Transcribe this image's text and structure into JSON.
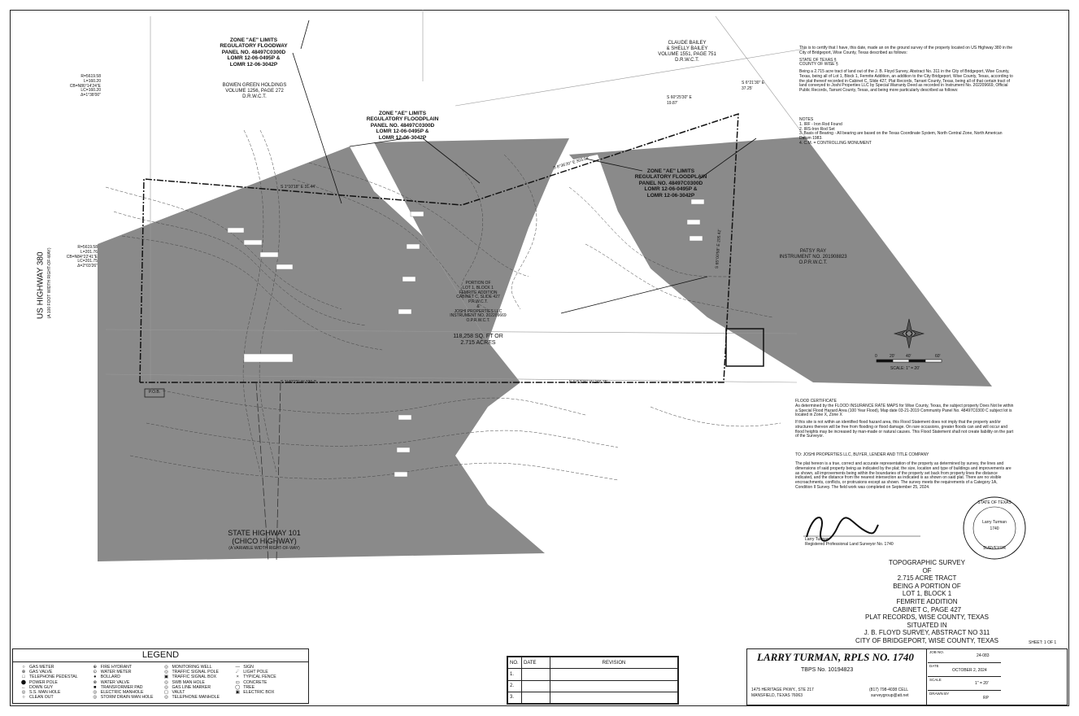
{
  "legal": {
    "cert": "This is to certify that I have, this date, made an on the ground survey of the property located on US Highway 380 in the City of Bridgeport, Wise County, Texas described as follows:",
    "state": "STATE OF TEXAS §",
    "county": "COUNTY OF WISE §",
    "description": "Being a 2.715 acre tract of land out of the J. B. Floyd Survey, Abstract No. 311 in the City of Bridgeport, Wise County, Texas, being all of Lot 1, Block 1, Femrite Addition, an addition to the City Bridgeport, Wise County, Texas, according to the plat thereof recorded in Cabinet C, Slide 427, Plat Records, Tarrant County, Texas, being all of that certain tract of land conveyed to Joshi Properties LLC by Special Warranty Deed as recorded in Instrument No. 202209669, Official Public Records, Tarrant County, Texas, and being more particularly described as follows:"
  },
  "notes": {
    "title": "NOTES",
    "items": [
      "1. IRF - Iron Rod Found",
      "2. IRS-Iron Rod Set",
      "3. Basis of Bearing - All bearing are based on the Texas Coordinate System, North Central Zone, North American Datum 1983.",
      "4. C.M. = CONTROLLING MONUMENT"
    ]
  },
  "flood": {
    "title": "FLOOD CERTIFICATE",
    "p1": "As determined by the FLOOD INSURANCE RATE MAPS for Wise County, Texas, the subject property Does Not lie within a Special Flood Hazard Area (100 Year Flood), Map date 03-21-2019 Community Panel No. 48497C0300 C subject lot is located in Zone X, Zone X",
    "p2": "If this site is not within an identified flood hazard area, this Flood Statement does not imply that the property and/or structures thereon will be free from flooding or flood damage. On rare occasions, greater floods can and will occur and flood heights may be increased by man-made or natural causes. This Flood Statement shall not create liability on the part of the Surveyor."
  },
  "to_line": "TO:   JOSHI PROPERTIES LLC, BUYER, LENDER AND TITLE COMPANY",
  "statement": "The plat hereon is a true, correct and accurate representation of the property as determined by survey, the lines and dimensions of said property being as indicated by the plat; the size, location and type of buildings and improvements are as shown, all improvements being within the boundaries of the property set back from property lines the distance indicated, and the distance from the nearest intersection as indicated is as shown on said plat. There are no visible encroachments, conflicts, or protrusions except as shown. The survey meets the requirements of a Category 1A, Condition II Survey. The field work was completed on September 25, 2024.",
  "surveyor": {
    "name": "Larry Turman",
    "title": "Registered Professional Land Surveyor No. 1740"
  },
  "seal": {
    "top": "STATE OF TEXAS",
    "name": "Larry Turman",
    "num": "1740",
    "bottom": "SURVEYOR"
  },
  "survey_title": [
    "TOPOGRAPHIC SURVEY",
    "OF",
    "2.715 ACRE TRACT",
    "BEING A PORTION OF",
    "LOT 1, BLOCK 1",
    "FEMRITE ADDITION",
    "CABINET C, PAGE 427",
    "PLAT RECORDS, WISE COUNTY, TEXAS",
    "SITUATED IN",
    "J. B. FLOYD SURVEY, ABSTRACT NO 311",
    "CITY OF BRIDGEPORT, WISE COUNTY, TEXAS"
  ],
  "sheet": "SHEET:  1  OF  1",
  "map": {
    "us_hwy": "US HIGHWAY 380",
    "us_hwy_sub": "(A 100 FOOT WIDTH RIGHT-OF-WAY)",
    "state_hwy": "STATE HIGHWAY 101",
    "chico": "(CHICO HIGHWAY)",
    "state_hwy_sub": "(A VARIABLE WIDTH RIGHT-OF-WAY)",
    "floodway": [
      "ZONE \"AE\" LIMITS",
      "REGULATORY FLOODWAY",
      "PANEL NO. 48497C0300D",
      "LOMR 12-06-0495P &",
      "LOMR 12-06-3042P"
    ],
    "floodplain1": [
      "ZONE \"AE\" LIMITS",
      "REGULATORY FLOODPLAIN",
      "PANEL NO. 48497C0300D",
      "LOMR 12-06-0495P &",
      "LOMR 12-06-3042P"
    ],
    "floodplain2": [
      "ZONE \"AE\" LIMITS",
      "REGULATORY FLOODPLAIN",
      "PANEL NO. 48497C0300D",
      "LOMR 12-06-0495P &",
      "LOMR 12-06-3042P"
    ],
    "bowen": [
      "BOWEN GREEN HOLDINGS",
      "VOLUME 1256, PAGE 272",
      "D.R.W.C.T."
    ],
    "claude": [
      "CLAUDE BAILEY",
      "& SHELLY BAILEY",
      "VOLUME 1551, PAGE 751",
      "D.R.W.C.T."
    ],
    "patsy": [
      "PATSY RAY",
      "INSTRUMENT NO. 201908823",
      "O.P.R.W.C.T."
    ],
    "portion": [
      "PORTION OF",
      "LOT 1, BLOCK 1",
      "FEMRITE ADDITION",
      "CABINET C, SLIDE 427",
      "P.R.W.C.T.",
      "&",
      "JOSHI PROPERTIES LLC",
      "INSTRUMENT NO. 202209669",
      "O.P.R.W.C.T."
    ],
    "area": [
      "118,258 SQ. FT OR",
      "2.715 ACRES"
    ],
    "curve1": [
      "R=5619.58",
      "L=160.20",
      "CB=N86°14'24\"E",
      "LC=160.20",
      "Δ=1°38'00\""
    ],
    "curve2": [
      "R=5619.58",
      "L=201.76",
      "CB=N84°22'41\"E",
      "LC=201.75",
      "Δ=2°03'26\""
    ],
    "bear1": "S 1°10'18\" E   31.44'",
    "bear2": "S 1°40'22\" W   330.0'",
    "bear3": "N 5°53'36\" W   246.75'",
    "bear4": "S 60°25'30\" E",
    "bear4d": "19.87'",
    "bear5": "S 6°21'30\" E",
    "bear5d": "37.25'",
    "bear6": "S 65°00'58\" E   205.42'",
    "bear7": "S 8°36'20\" E   303.04'",
    "pob": "P.O.B.",
    "scale": "SCALE: 1\" = 20'",
    "scale_ticks": [
      "0",
      "20'",
      "40'",
      "60'"
    ]
  },
  "legend": {
    "title": "LEGEND",
    "items": [
      {
        "s": "○",
        "t": "GAS METER"
      },
      {
        "s": "⊕",
        "t": "FIRE HYDRANT"
      },
      {
        "s": "◎",
        "t": "MONITORING WELL"
      },
      {
        "s": "—",
        "t": "SIGN"
      },
      {
        "s": "⊗",
        "t": "GAS VALVE"
      },
      {
        "s": "⊙",
        "t": "WATER METER"
      },
      {
        "s": "◎",
        "t": "TRAFFIC SIGNAL POLE"
      },
      {
        "s": "☄",
        "t": "LIGHT POLE"
      },
      {
        "s": "□",
        "t": "TELEPHONE PEDESTAL"
      },
      {
        "s": "●",
        "t": "BOLLARD"
      },
      {
        "s": "▣",
        "t": "TRAFFIC SIGNAL BOX"
      },
      {
        "s": "×",
        "t": "TYPICAL FENCE"
      },
      {
        "s": "⬤",
        "t": "POWER POLE"
      },
      {
        "s": "⊗",
        "t": "WATER VALVE"
      },
      {
        "s": "◎",
        "t": "SWB MAN HOLE"
      },
      {
        "s": "▭",
        "t": "CONCRETE"
      },
      {
        "s": "←",
        "t": "DOWN GUY"
      },
      {
        "s": "■",
        "t": "TRANSFORMER PAD"
      },
      {
        "s": "◎",
        "t": "GAS LINE MARKER"
      },
      {
        "s": "◯",
        "t": "TREE"
      },
      {
        "s": "◎",
        "t": "S.S. MAN HOLE"
      },
      {
        "s": "◎",
        "t": "ELECTRIC MANHOLE"
      },
      {
        "s": "▢",
        "t": "VAULT"
      },
      {
        "s": "▣",
        "t": "ELECTRIC BOX"
      },
      {
        "s": "○",
        "t": "CLEAN OUT"
      },
      {
        "s": "◎",
        "t": "STORM DRAIN MAN HOLE"
      },
      {
        "s": "◎",
        "t": "TELEPHONE MANHOLE"
      },
      {
        "s": "",
        "t": ""
      }
    ]
  },
  "revision": {
    "headers": [
      "NO.",
      "DATE",
      "REVISION"
    ],
    "rows": [
      "1.",
      "2.",
      "3."
    ]
  },
  "firm": {
    "name": "LARRY TURMAN, RPLS NO. 1740",
    "tbps": "TBPS No. 10194823",
    "addr1": "1475 HERITAGE PKWY., STE 217",
    "addr2": "MANSFIELD, TEXAS 76063",
    "phone": "(817) 798-4038 CELL",
    "email": "surveygroup@att.net"
  },
  "job": {
    "job_label": "JOB NO.",
    "job_no": "24-083",
    "date_label": "DATE",
    "date": "OCTOBER 2, 2024",
    "scale_label": "SCALE",
    "scale": "1\" = 20'",
    "drawn_label": "DRAWN BY",
    "drawn": "RP"
  }
}
